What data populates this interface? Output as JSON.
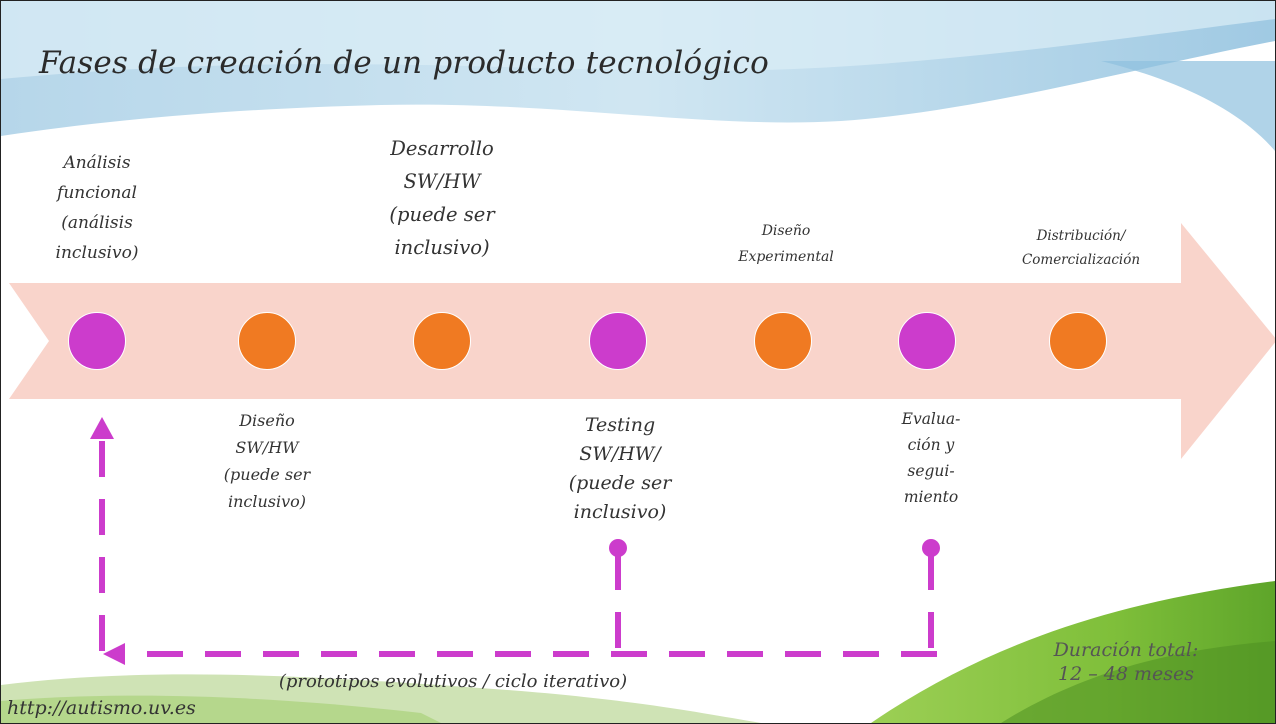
{
  "title": "Fases de creación de un producto tecnológico",
  "phases": [
    {
      "label": "Análisis\nfuncional\n(análisis\ninclusivo)",
      "color": "#cc3ccc",
      "position": "above"
    },
    {
      "label": "Diseño\nSW/HW\n(puede ser\ninclusivo)",
      "color": "#f07a22",
      "position": "below"
    },
    {
      "label": "Desarrollo\nSW/HW\n(puede ser\ninclusivo)",
      "color": "#f07a22",
      "position": "above"
    },
    {
      "label": "Testing\nSW/HW/\n(puede ser\ninclusivo)",
      "color": "#cc3ccc",
      "position": "below"
    },
    {
      "label": "Diseño\nExperimental",
      "color": "#f07a22",
      "position": "above"
    },
    {
      "label": "Evalua-\nción y\nsegui-\nmiento",
      "color": "#cc3ccc",
      "position": "below"
    },
    {
      "label": "Distribución/\nComercialización",
      "color": "#f07a22",
      "position": "above"
    }
  ],
  "loop_caption": "(prototipos evolutivos / ciclo iterativo)",
  "duration": {
    "line1": "Duración total:",
    "line2": "12 – 48 meses"
  },
  "footer_url": "http://autismo.uv.es",
  "colors": {
    "arrow": "#f9d4cb",
    "loop": "#cc3ccc",
    "orange": "#f07a22",
    "purple": "#cc3ccc"
  }
}
